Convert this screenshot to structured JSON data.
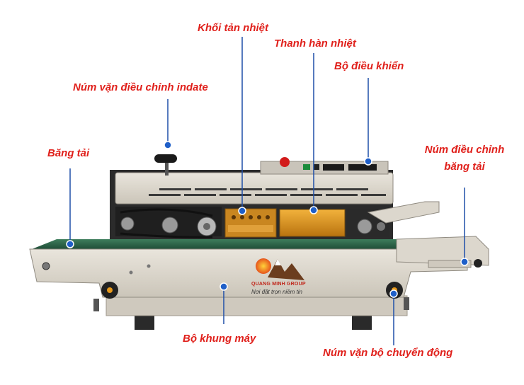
{
  "diagram": {
    "labels": {
      "heat_block": "Khối tản nhiệt",
      "seal_bar": "Thanh hàn nhiệt",
      "controller": "Bộ điều khiển",
      "indate_knob": "Núm vặn điều chỉnh indate",
      "conveyor": "Băng tải",
      "conveyor_knob_line1": "Núm điều chỉnh",
      "conveyor_knob_line2": "băng tải",
      "frame": "Bộ khung máy",
      "drive_knob": "Núm vặn bộ chuyển động"
    },
    "brand": {
      "name": "QUANG MINH GROUP",
      "slogan": "Nơi đặt trọn niềm tin"
    },
    "colors": {
      "label_text": "#e0201b",
      "callout_line": "#1f4fa8",
      "callout_dot": "#1f5fc8",
      "machine_body": "#dad5cb",
      "conveyor_belt": "#2f6b4e",
      "seal_bar": "#d98a1c",
      "knob": "#222222",
      "knob_accent": "#e89a1c"
    }
  }
}
